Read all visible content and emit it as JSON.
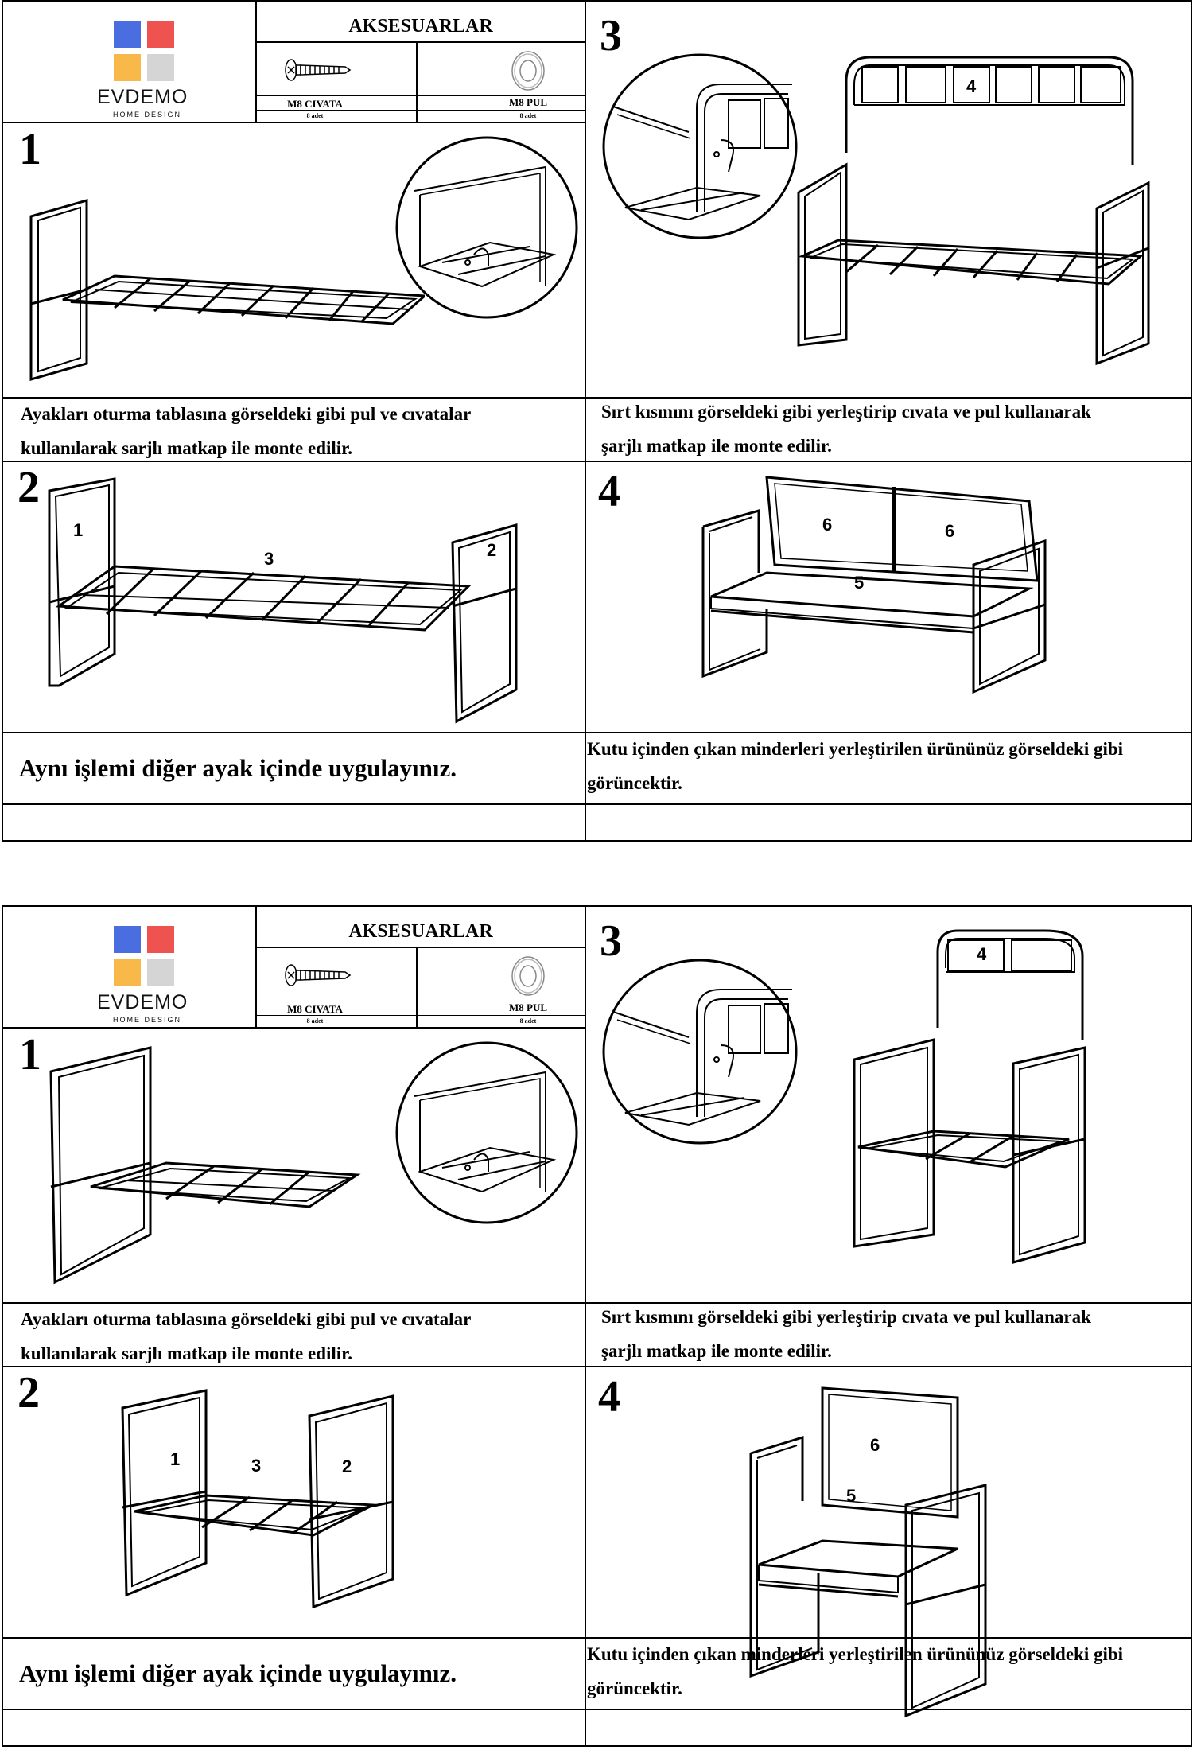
{
  "brand": {
    "name": "EVDEMO",
    "tagline": "HOME DESIGN",
    "colors": [
      "#4a6ee0",
      "#ef5350",
      "#f9b84a",
      "#d5d5d5"
    ]
  },
  "accessories": {
    "title": "AKSESUARLAR",
    "items": [
      {
        "name": "M8 CIVATA",
        "qty": "8 adet",
        "icon": "bolt-icon"
      },
      {
        "name": "M8 PUL",
        "qty": "8 adet",
        "icon": "washer-icon"
      }
    ]
  },
  "sheets": [
    {
      "variant": "sofa",
      "steps": [
        {
          "number": "1",
          "caption_lines": [
            "Ayakları oturma tablasına görseldeki gibi pul ve cıvatalar",
            "kullanılarak sarjlı matkap ile monte edilir."
          ]
        },
        {
          "number": "2",
          "caption_lines": [
            "Aynı işlemi diğer ayak içinde uygulayınız."
          ],
          "labels": [
            "1",
            "3",
            "2"
          ]
        },
        {
          "number": "3",
          "caption_lines": [
            "Sırt kısmını görseldeki gibi yerleştirip cıvata ve pul kullanarak",
            "şarjlı matkap ile monte edilir."
          ],
          "labels": [
            "4"
          ]
        },
        {
          "number": "4",
          "caption_lines": [
            "Kutu içinden çıkan minderleri yerleştirilen ürününüz görseldeki gibi",
            "görüncektir."
          ],
          "labels": [
            "6",
            "6",
            "5"
          ]
        }
      ]
    },
    {
      "variant": "chair",
      "steps": [
        {
          "number": "1",
          "caption_lines": [
            "Ayakları oturma tablasına görseldeki gibi pul ve cıvatalar",
            "kullanılarak sarjlı matkap ile monte edilir."
          ]
        },
        {
          "number": "2",
          "caption_lines": [
            "Aynı işlemi diğer ayak içinde uygulayınız."
          ],
          "labels": [
            "1",
            "3",
            "2"
          ]
        },
        {
          "number": "3",
          "caption_lines": [
            "Sırt kısmını görseldeki gibi yerleştirip cıvata ve pul kullanarak",
            "şarjlı matkap ile monte edilir."
          ],
          "labels": [
            "4"
          ]
        },
        {
          "number": "4",
          "caption_lines": [
            "Kutu içinden çıkan minderleri yerleştirilen ürününüz görseldeki gibi",
            "görüncektir."
          ],
          "labels": [
            "6",
            "5"
          ]
        }
      ]
    }
  ]
}
